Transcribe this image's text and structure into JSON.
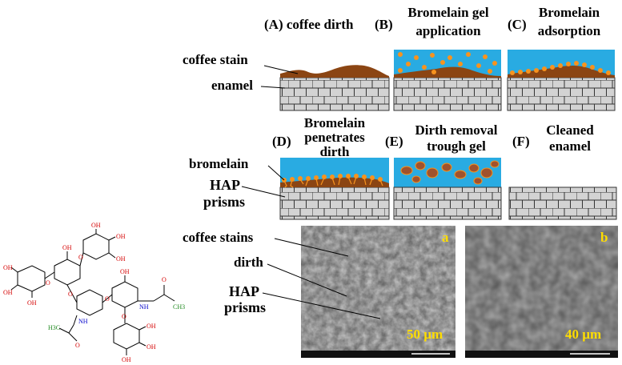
{
  "panels": {
    "A": {
      "title": [
        "(A) coffee dirth"
      ]
    },
    "B": {
      "title": [
        "Bromelain gel",
        "application"
      ],
      "letter": "(B)"
    },
    "C": {
      "title": [
        "Bromelain",
        "adsorption"
      ],
      "letter": "(C)"
    },
    "D": {
      "title": [
        "Bromelain",
        "penetrates",
        "dirth"
      ],
      "letter": "(D)"
    },
    "E": {
      "title": [
        "Dirth removal",
        "trough gel"
      ],
      "letter": "(E)"
    },
    "F": {
      "title": [
        "Cleaned",
        "enamel"
      ],
      "letter": "(F)"
    }
  },
  "labels": {
    "coffee_stain": "coffee stain",
    "enamel": "enamel",
    "bromelain": "bromelain",
    "hap": [
      "HAP",
      "prisms"
    ]
  },
  "sem": {
    "labels": {
      "coffee_stains": "coffee stains",
      "dirth": "dirth",
      "hap": [
        "HAP",
        "prisms"
      ]
    },
    "a": {
      "letter": "a",
      "scale": "50 µm"
    },
    "b": {
      "letter": "b",
      "scale": "40 µm"
    }
  },
  "molecule": {
    "acetyl_left": "H3C",
    "acetyl_right": "CH3",
    "O": "O",
    "OH": "OH",
    "NH": "NH"
  },
  "colors": {
    "gel": "#29abe2",
    "stain": "#8b4513",
    "enamel_fill": "#d3d3d3",
    "enamel_line": "#333333",
    "bromelain_dot": "#f7931e",
    "scale_text": "#ffdd00",
    "oxygen": "#d40000"
  }
}
